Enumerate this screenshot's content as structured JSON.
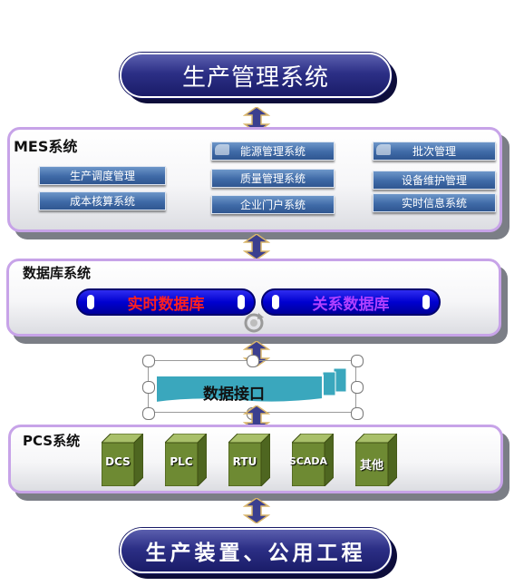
{
  "top_title": "生产管理系统",
  "bottom_title": "生产装置、公用工程",
  "mes": {
    "title": "MES系统",
    "col1": [
      "生产调度管理",
      "成本核算系统"
    ],
    "col2": [
      "能源管理系统",
      "质量管理系统",
      "企业门户系统"
    ],
    "col3": [
      "批次管理",
      "设备维护管理",
      "实时信息系统"
    ]
  },
  "database": {
    "title": "数据库系统",
    "realtime": "实时数据库",
    "relational": "关系数据库",
    "realtime_color": "#ff2020",
    "relational_color": "#b040ff"
  },
  "interface": {
    "label": "数据接口"
  },
  "pcs": {
    "title": "PCS系统",
    "items": [
      "DCS",
      "PLC",
      "RTU",
      "SCADA",
      "其他"
    ]
  },
  "colors": {
    "panel_border": "#c7a3e8",
    "button_blue": "#3f6aa7",
    "pill_navy": "#2c2f86",
    "cube_green": "#6e8a33",
    "ribbon_teal": "#3aa7bd"
  }
}
